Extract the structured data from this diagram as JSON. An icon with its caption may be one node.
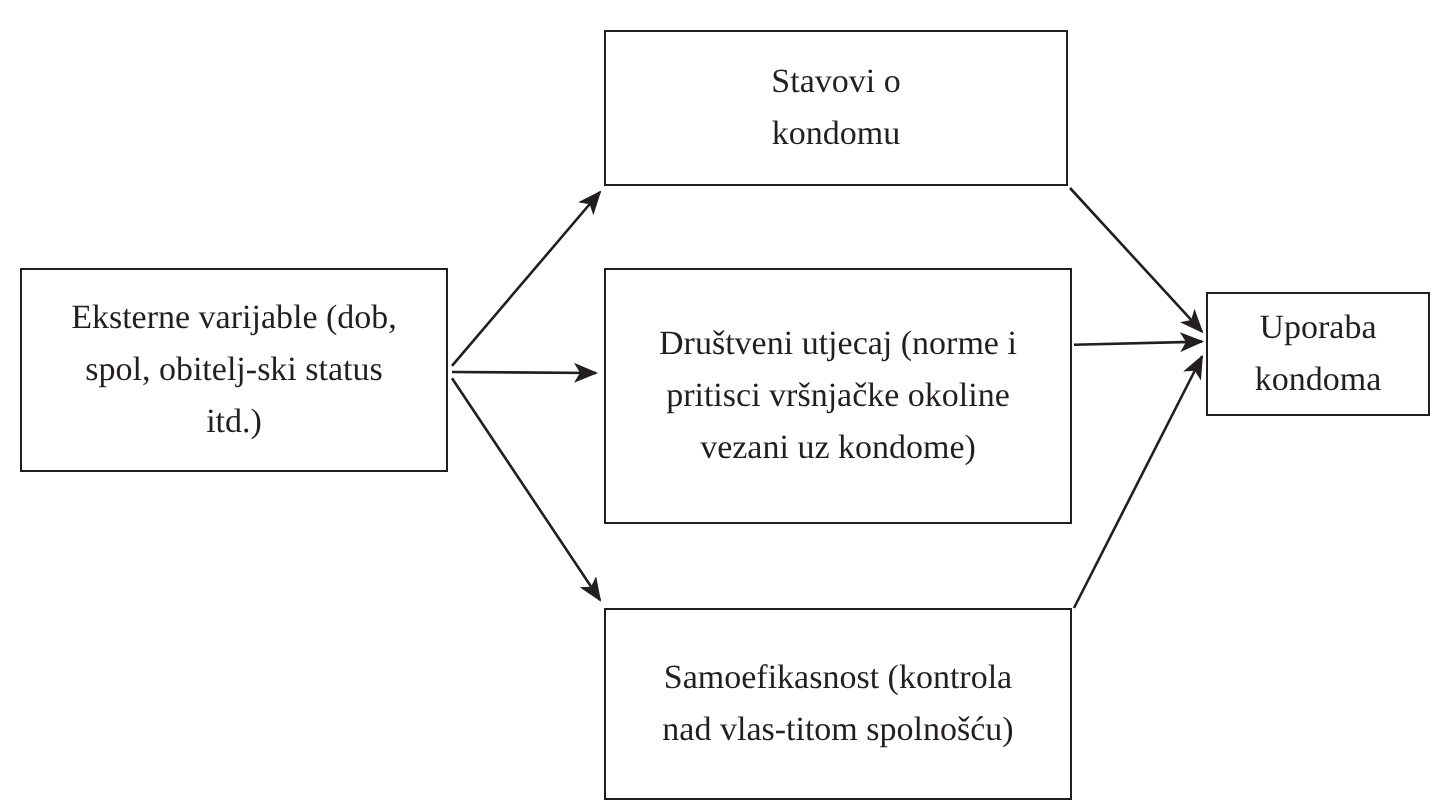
{
  "diagram": {
    "nodes": [
      {
        "text": [
          "Eksterne varijable (dob, spol, obitelj-ski status itd.)"
        ]
      },
      {
        "text": [
          "Stavovi o kondomu"
        ]
      },
      {
        "text": [
          "Društveni utjecaj (norme i pritisci vršnjačke okoline vezani uz kondome)"
        ]
      },
      {
        "text": [
          "Samoefikasnost (kontrola nad vlas-titom spolnošću)"
        ]
      },
      {
        "text": [
          "Uporaba kondoma"
        ]
      }
    ],
    "edges": [
      {
        "from": 0,
        "to": 1,
        "arrow": "to"
      },
      {
        "from": 0,
        "to": 2,
        "arrow": "to"
      },
      {
        "from": 0,
        "to": 3,
        "arrow": "to"
      },
      {
        "from": 1,
        "to": 4,
        "arrow": "to"
      },
      {
        "from": 2,
        "to": 4,
        "arrow": "to"
      },
      {
        "from": 3,
        "to": 4,
        "arrow": "to"
      }
    ]
  }
}
